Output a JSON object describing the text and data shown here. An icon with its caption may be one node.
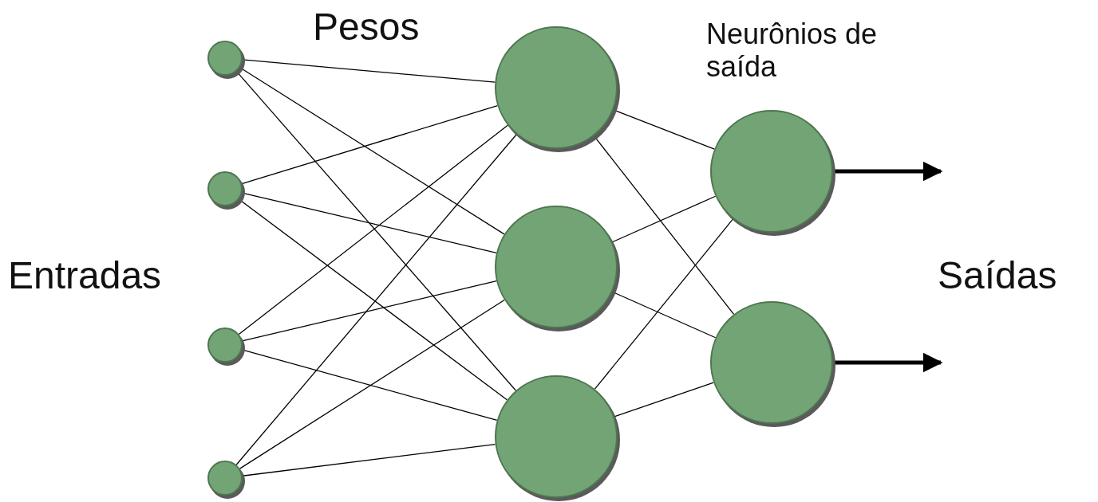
{
  "diagram": {
    "nodes": [
      {
        "text": [],
        "shape": "circle"
      },
      {
        "text": [],
        "shape": "circle"
      },
      {
        "text": [],
        "shape": "circle"
      },
      {
        "text": [],
        "shape": "circle"
      },
      {
        "text": [],
        "shape": "circle"
      },
      {
        "text": [],
        "shape": "circle"
      },
      {
        "text": [],
        "shape": "circle"
      },
      {
        "text": [],
        "shape": "circle"
      },
      {
        "text": [],
        "shape": "circle"
      }
    ],
    "edges": [
      {
        "from": 0,
        "to": 4,
        "arrow": "none"
      },
      {
        "from": 0,
        "to": 5,
        "arrow": "none"
      },
      {
        "from": 0,
        "to": 6,
        "arrow": "none"
      },
      {
        "from": 1,
        "to": 4,
        "arrow": "none"
      },
      {
        "from": 1,
        "to": 5,
        "arrow": "none"
      },
      {
        "from": 1,
        "to": 6,
        "arrow": "none"
      },
      {
        "from": 2,
        "to": 4,
        "arrow": "none"
      },
      {
        "from": 2,
        "to": 5,
        "arrow": "none"
      },
      {
        "from": 2,
        "to": 6,
        "arrow": "none"
      },
      {
        "from": 3,
        "to": 4,
        "arrow": "none"
      },
      {
        "from": 3,
        "to": 5,
        "arrow": "none"
      },
      {
        "from": 3,
        "to": 6,
        "arrow": "none"
      },
      {
        "from": 4,
        "to": 7,
        "arrow": "none"
      },
      {
        "from": 4,
        "to": 8,
        "arrow": "none"
      },
      {
        "from": 5,
        "to": 7,
        "arrow": "none"
      },
      {
        "from": 5,
        "to": 8,
        "arrow": "none"
      },
      {
        "from": 6,
        "to": 7,
        "arrow": "none"
      },
      {
        "from": 6,
        "to": 8,
        "arrow": "none"
      },
      {
        "from": 7,
        "to": null,
        "arrow": "to",
        "style": "thick"
      },
      {
        "from": 8,
        "to": null,
        "arrow": "to",
        "style": "thick"
      }
    ],
    "labels": [
      "Pesos",
      "Neurônios de saída",
      "Entradas",
      "Saídas"
    ]
  }
}
